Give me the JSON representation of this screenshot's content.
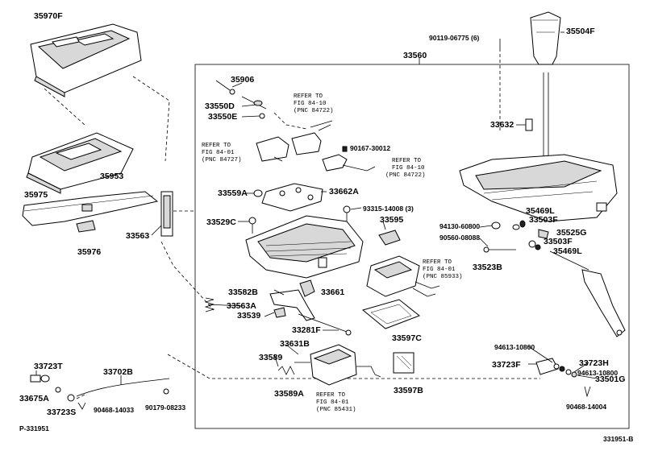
{
  "labels": {
    "l35970F": "35970F",
    "l35504F": "35504F",
    "l90119": "90119-06775 (6)",
    "l33560": "33560",
    "l35906": "35906",
    "l33550D": "33550D",
    "l33550E": "33550E",
    "l33632": "33632",
    "l35953": "35953",
    "l90167": "90167-30012",
    "l35975": "35975",
    "l33559A": "33559A",
    "l33662A": "33662A",
    "l93315": "93315-14008 (3)",
    "l33563": "33563",
    "l33529C": "33529C",
    "l33595": "33595",
    "l94130": "94130-60800",
    "l35469L_a": "35469L",
    "l33503F_a": "33503F",
    "l35525G": "35525G",
    "l90560": "90560-08088",
    "l33503F_b": "33503F",
    "l35469L_b": "35469L",
    "l35976": "35976",
    "l33523B": "33523B",
    "l33661": "33661",
    "l33582B": "33582B",
    "l33563A": "33563A",
    "l33539": "33539",
    "l33281F": "33281F",
    "l33597C": "33597C",
    "l33631B": "33631B",
    "l94613_a": "94613-10800",
    "l33723H": "33723H",
    "l94613_b": "94613-10800",
    "l33723F": "33723F",
    "l33589": "33589",
    "l33723T": "33723T",
    "l33702B": "33702B",
    "l33501G": "33501G",
    "l33589A": "33589A",
    "l33597B": "33597B",
    "l33675A": "33675A",
    "l33723S": "33723S",
    "l90468_14033": "90468-14033",
    "l90179": "90179-08233",
    "l90468_14004": "90468-14004",
    "footer_left": "P-331951",
    "footer_right": "331951-B"
  },
  "refs": {
    "r1": [
      "REFER TO",
      "FIG 84-10",
      "(PNC 84722)"
    ],
    "r2": [
      "REFER TO",
      "FIG 84-01",
      "(PNC 84727)"
    ],
    "r3": [
      "REFER TO",
      "FIG 84-10",
      "(PNC 84722)"
    ],
    "r4": [
      "REFER TO",
      "FIG 84-01",
      "(PNC 85933)"
    ],
    "r5": [
      "REFER TO",
      "FIG 84-01",
      "(PNC 85431)"
    ]
  }
}
